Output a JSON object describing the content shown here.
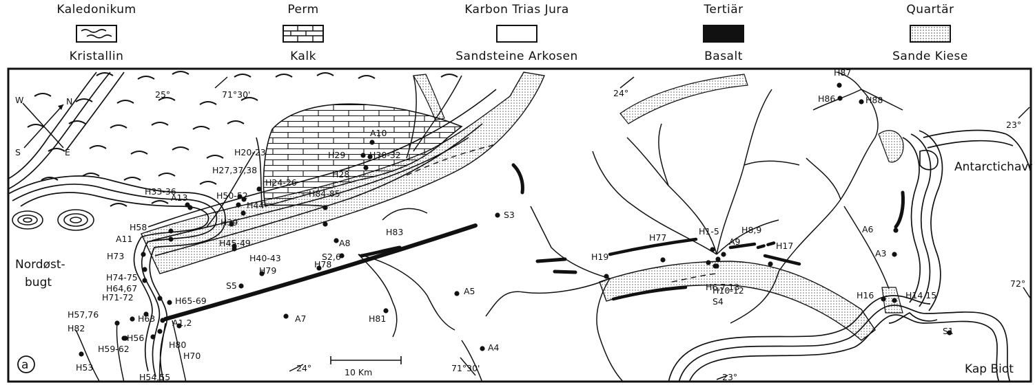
{
  "legend": [
    {
      "top": "Kaledonikum",
      "bottom": "Kristallin",
      "pattern": "waves"
    },
    {
      "top": "Perm",
      "bottom": "Kalk",
      "pattern": "bricks"
    },
    {
      "top": "Karbon Trias Jura",
      "bottom": "Sandsteine Arkosen",
      "pattern": "blank"
    },
    {
      "top": "Tertiär",
      "bottom": "Basalt",
      "pattern": "solid"
    },
    {
      "top": "Quartär",
      "bottom": "Sande Kiese",
      "pattern": "dots"
    }
  ],
  "map": {
    "panel_label": "a",
    "scale_label": "10 Km",
    "compass": {
      "north": "N",
      "east": "E",
      "south": "S",
      "west": "W"
    },
    "places": [
      "Nordøst-",
      "bugt",
      "Antarctichavn",
      "Kap Biot"
    ],
    "coords": [
      "25°",
      "71°30'",
      "24°",
      "23°",
      "24°",
      "71°30'",
      "23°",
      "72°"
    ],
    "samples": [
      "A10",
      "H29",
      "H30-32",
      "H28",
      "H20-23",
      "H27,37,38",
      "A13",
      "H33-36",
      "H24-26",
      "H50-52",
      "H44",
      "H84-85",
      "H58",
      "H39",
      "H83",
      "A11",
      "H45-49",
      "A8",
      "H73",
      "H40-43",
      "S2,6",
      "H78",
      "H74-75",
      "H79",
      "H64,67",
      "S5",
      "H71-72",
      "H65-69",
      "H81",
      "H57,76",
      "H63",
      "H82",
      "A1,2",
      "A7",
      "H56",
      "H80",
      "H59-62",
      "H70",
      "H53",
      "H54,55",
      "S3",
      "A5",
      "A4",
      "H77",
      "H1-5",
      "H8,9",
      "A9",
      "H17",
      "H19",
      "H6,7,13",
      "H10-12",
      "S4",
      "H87",
      "H86",
      "H88",
      "A6",
      "A3",
      "H16",
      "H14,15",
      "S1"
    ]
  },
  "colors": {
    "ink": "#111111",
    "paper": "#ffffff",
    "dots": "#555555"
  }
}
